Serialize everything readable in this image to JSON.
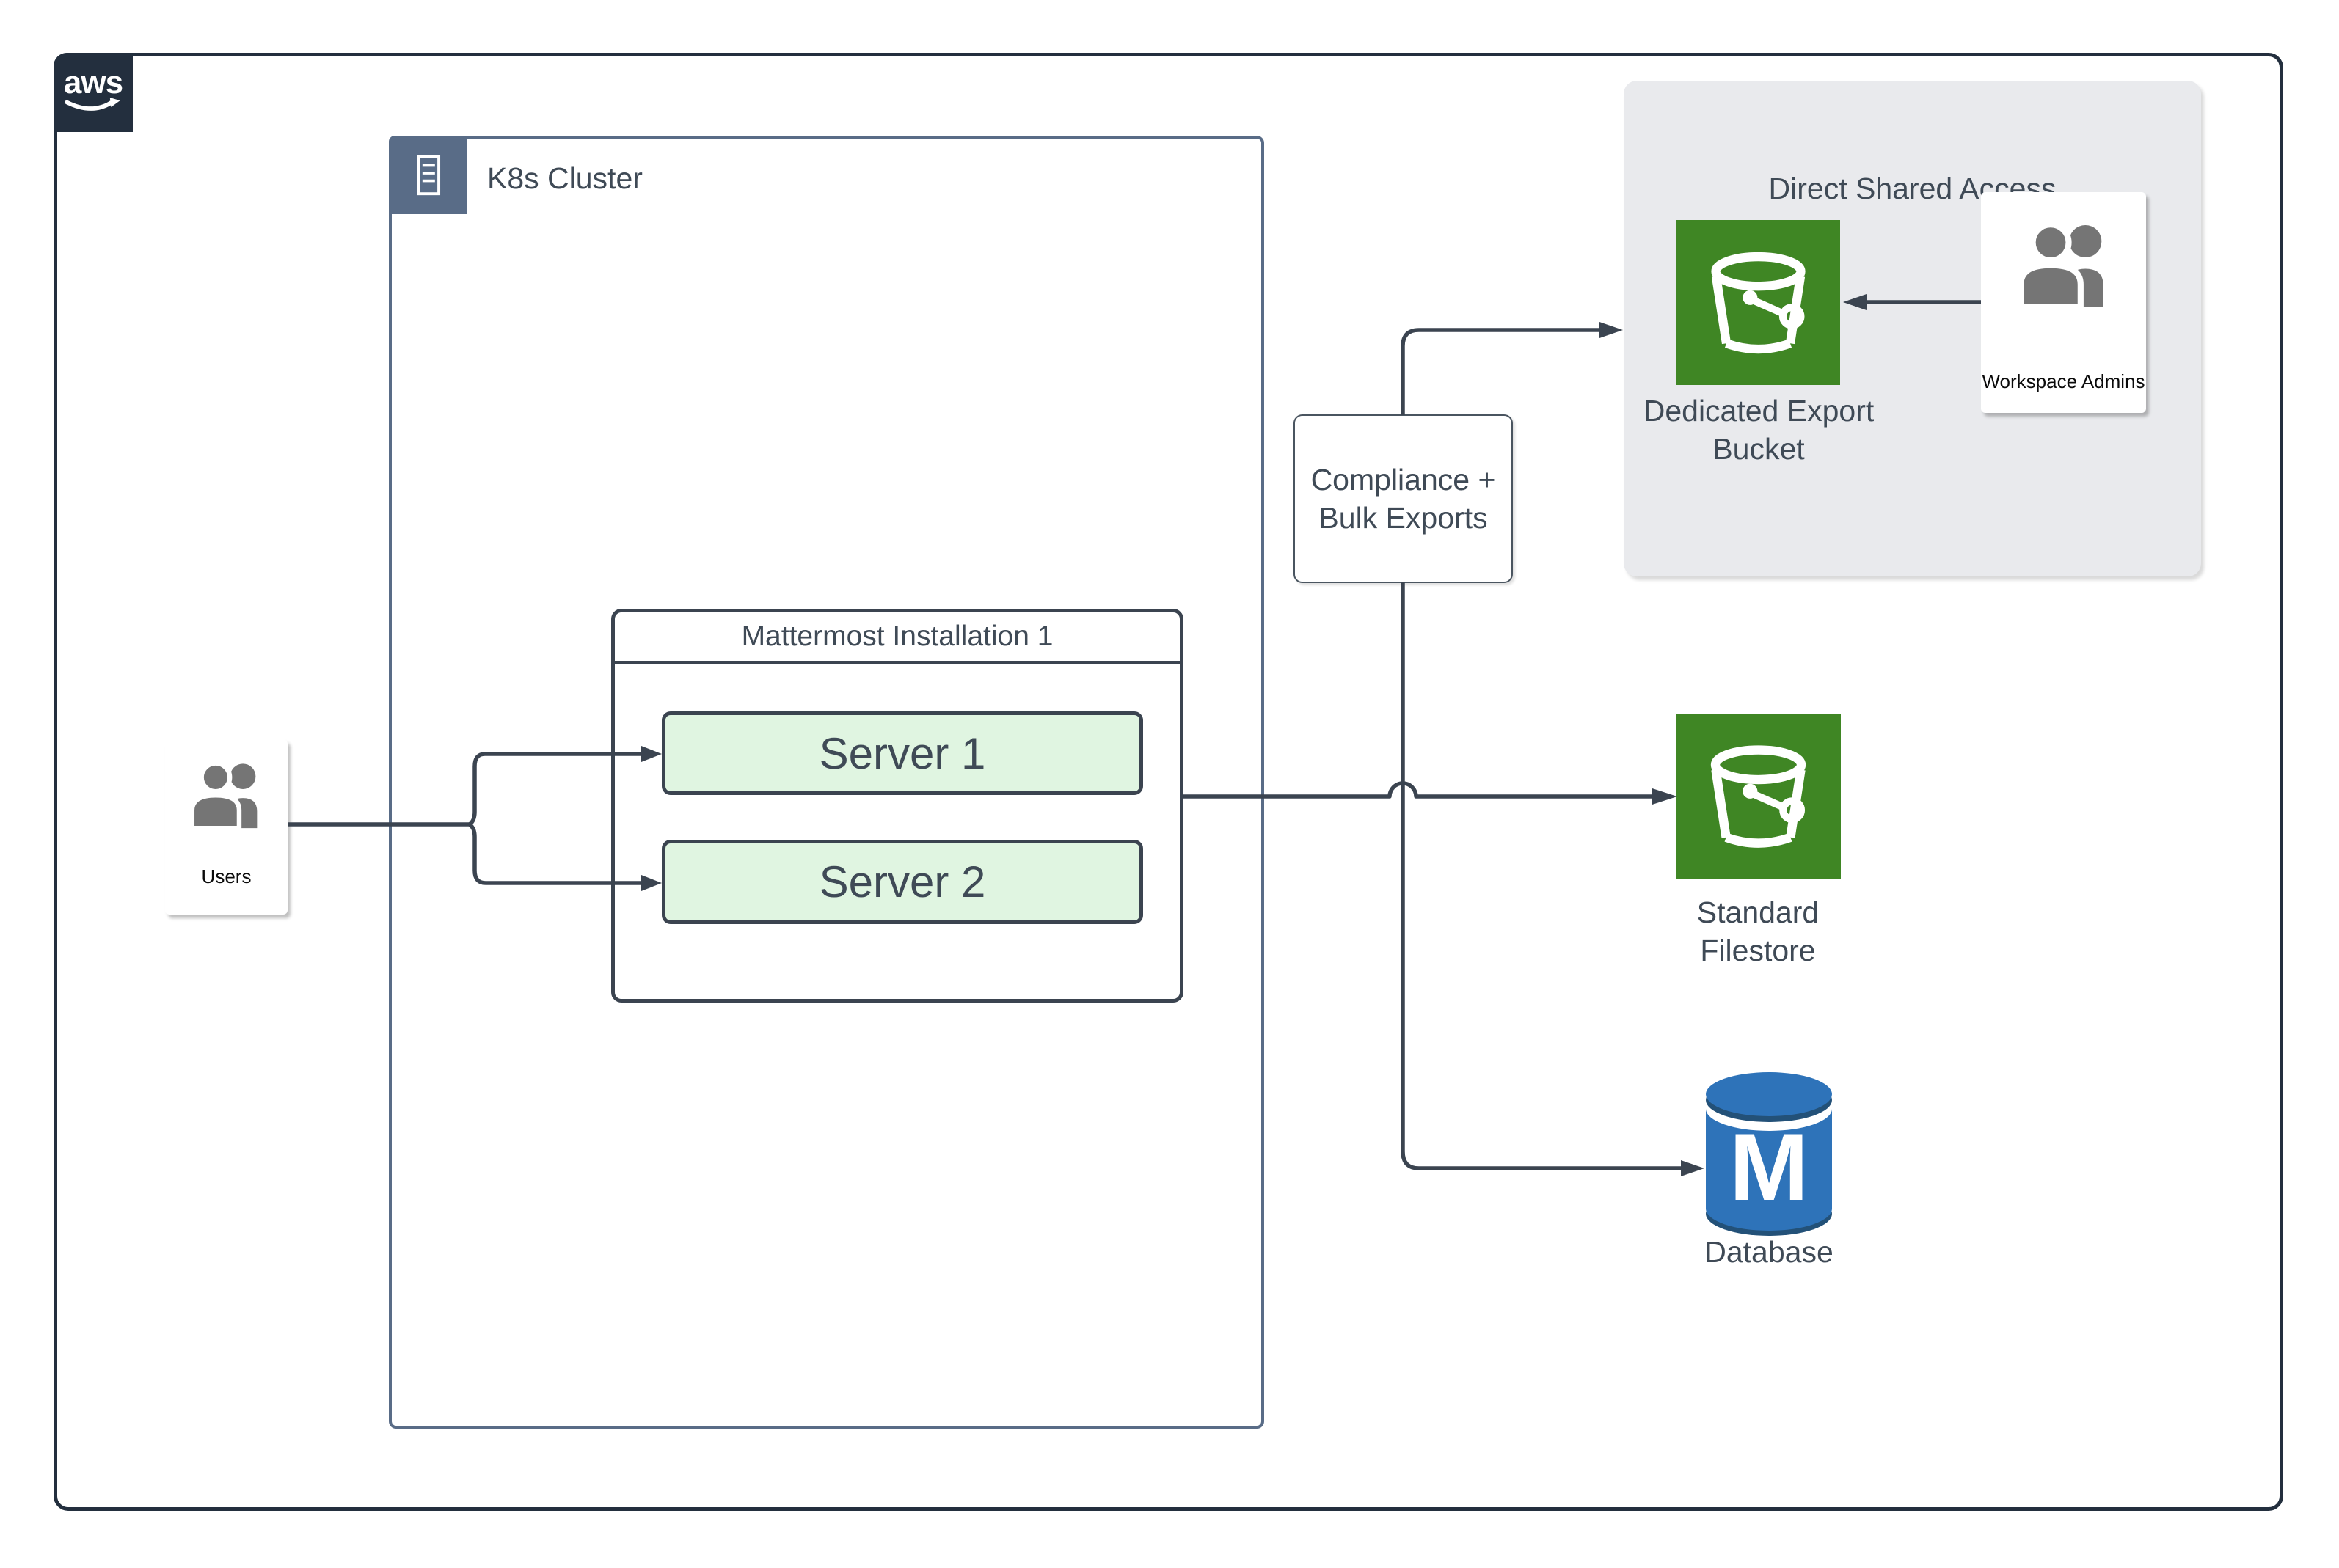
{
  "colors": {
    "aws_navy": "#232F3E",
    "cluster_border_slate": "#596C87",
    "connector_dark": "#3B4450",
    "text_slate": "#3F4A56",
    "server_fill_green": "#E0F5E1",
    "panel_gray": "#E9EAED",
    "bucket_green": "#3F8624",
    "database_blue": "#2E73B9",
    "database_blue_dark": "#235178",
    "person_gray": "#757575"
  },
  "icons": {
    "aws_logo": "aws-smile-logo",
    "k8s_header": "server-rack-icon",
    "users": "people-icon",
    "workspace_admins": "people-icon",
    "buckets": "s3-bucket-icon",
    "database": "database-cylinder-icon"
  },
  "aws": {
    "logo_text": "aws"
  },
  "k8s_cluster": {
    "label": "K8s Cluster"
  },
  "mattermost": {
    "title": "Mattermost Installation 1",
    "servers": [
      "Server 1",
      "Server 2"
    ]
  },
  "users": {
    "label": "Users"
  },
  "compliance": {
    "label_lines": [
      "Compliance +",
      "Bulk Exports"
    ]
  },
  "direct_shared_access": {
    "title": "Direct Shared Access",
    "bucket_label_lines": [
      "Dedicated Export",
      "Bucket"
    ],
    "admins_label": "Workspace Admins"
  },
  "standard_filestore": {
    "label_lines": [
      "Standard",
      "Filestore"
    ]
  },
  "database": {
    "label": "Database",
    "letter": "M"
  }
}
